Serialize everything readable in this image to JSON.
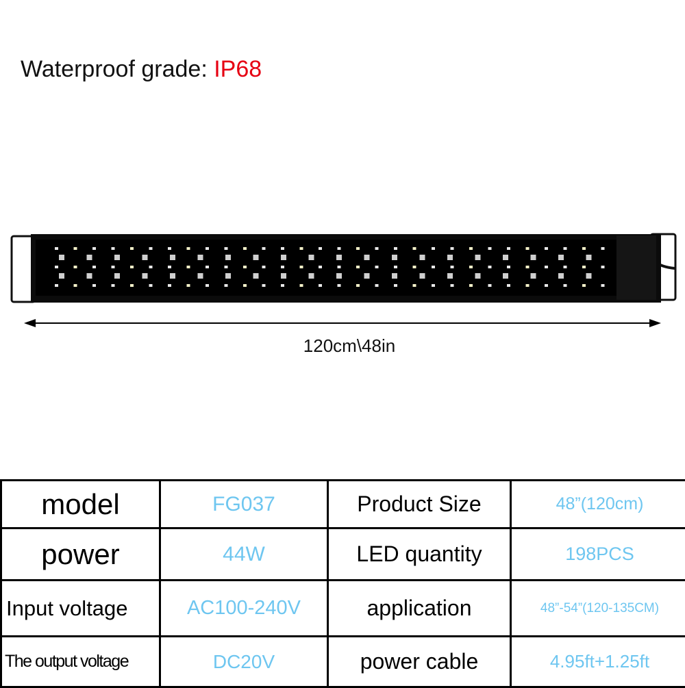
{
  "header": {
    "label": "Waterproof grade:",
    "value": "IP68",
    "value_color": "#e60012"
  },
  "product_image": {
    "description_icon": "aquarium-led-light-bar",
    "dimension": "120cm\\48in"
  },
  "specs": {
    "value_color": "#6ec6f0",
    "rows": [
      [
        {
          "k": "model",
          "v": "FG037"
        },
        {
          "k": "Product Size",
          "v": "48”(120cm)"
        }
      ],
      [
        {
          "k": "power",
          "v": "44W"
        },
        {
          "k": "LED quantity",
          "v": "198PCS"
        }
      ],
      [
        {
          "k": "Input voltage",
          "v": "AC100-240V"
        },
        {
          "k": "application",
          "v": "48”-54”(120-135CM)"
        }
      ],
      [
        {
          "k": "The output voltage",
          "v": "DC20V"
        },
        {
          "k": "power cable",
          "v": "4.95ft+1.25ft"
        }
      ]
    ]
  }
}
